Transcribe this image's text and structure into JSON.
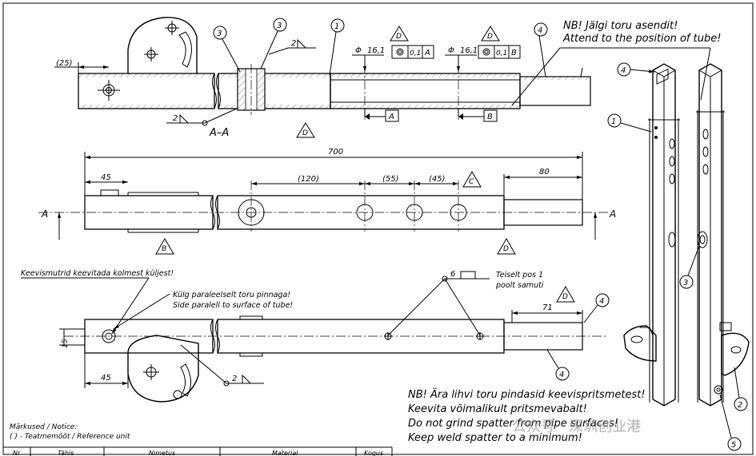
{
  "balloons": {
    "b3a": "3",
    "b3b": "3",
    "b1": "1",
    "b4": "4",
    "b4_iso": "4",
    "b1_iso": "1",
    "b3_iso": "3",
    "b2_iso": "2",
    "b5_iso": "5",
    "b4_lower": "4",
    "b4_lower2": "4"
  },
  "datum_tags": {
    "d1": "D",
    "d2": "D",
    "d3": "D",
    "d4": "D",
    "d5": "D",
    "c": "C",
    "b": "B",
    "a_ref": "A",
    "b_ref": "B"
  },
  "notes": {
    "nb_et": "NB! Jälgi toru asendit!",
    "nb_en": "Attend to the position of tube!",
    "section": "A–A",
    "weld_nut_et": "Keevismutrid keevitada kolmest küljest!",
    "side_et": "Külg paraleelselt toru pinnaga!",
    "side_en": "Side paralell to surface of tube!",
    "teiselt": "Teiselt pos 1",
    "poolt": "poolt samuti",
    "bottom1": "NB! Ära lihvi toru pindasid keevispritsmetest!",
    "bottom2": "Keevita võimalikult pritsmevabalt!",
    "bottom3": "Do not grind spatter from pipe surfaces!",
    "bottom4": "Keep weld spatter to a minimum!",
    "markused": "Märkused / Notice:",
    "ref_unit": "( ) - Teatmemõõt / Reference unit"
  },
  "dims": {
    "d25": "(25)",
    "d700": "700",
    "d45a": "45",
    "d120": "(120)",
    "d55": "(55)",
    "d45b": "(45)",
    "d80": "80",
    "d45c": "45",
    "d15": "15",
    "d71": "71",
    "phi1": "16,1",
    "phi2": "16,1",
    "tol1": "0,1",
    "tol2": "0,1",
    "datA": "A",
    "datB": "B",
    "weld2a": "2",
    "weld2b": "2",
    "weld2c": "2",
    "weld6": "6",
    "sectA_left": "A",
    "sectA_right": "A",
    "phi_sym": "Φ"
  },
  "table": {
    "col1": "Nr",
    "col2": "Tähis",
    "col3": "Nimetus",
    "col4": "Material",
    "col5": "Kogus"
  },
  "watermark": "公众号 · 深圳创业港"
}
